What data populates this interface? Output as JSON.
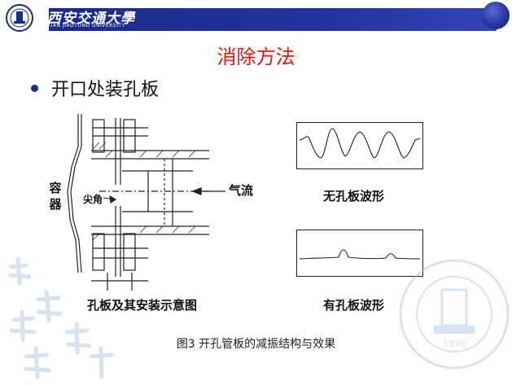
{
  "header": {
    "logo_text": "西安交通大學",
    "logo_subtext": "XIAN JIAOTONG UNIVERSITY",
    "brand_color": "#1a2a8a"
  },
  "slide": {
    "title": "消除方法",
    "bullet": "开口处装孔板",
    "title_color": "#e8140c"
  },
  "figure": {
    "label_container": "容器",
    "label_sharp_corner": "尖角",
    "label_airflow": "气流",
    "label_no_plate_wave": "无孔板波形",
    "label_with_plate_wave": "有孔板波形",
    "label_plate_diagram": "孔板及其安装示意图",
    "caption": "图3 开孔管板的减振结构与效果"
  },
  "watermark": {
    "seal_year": "1896"
  }
}
